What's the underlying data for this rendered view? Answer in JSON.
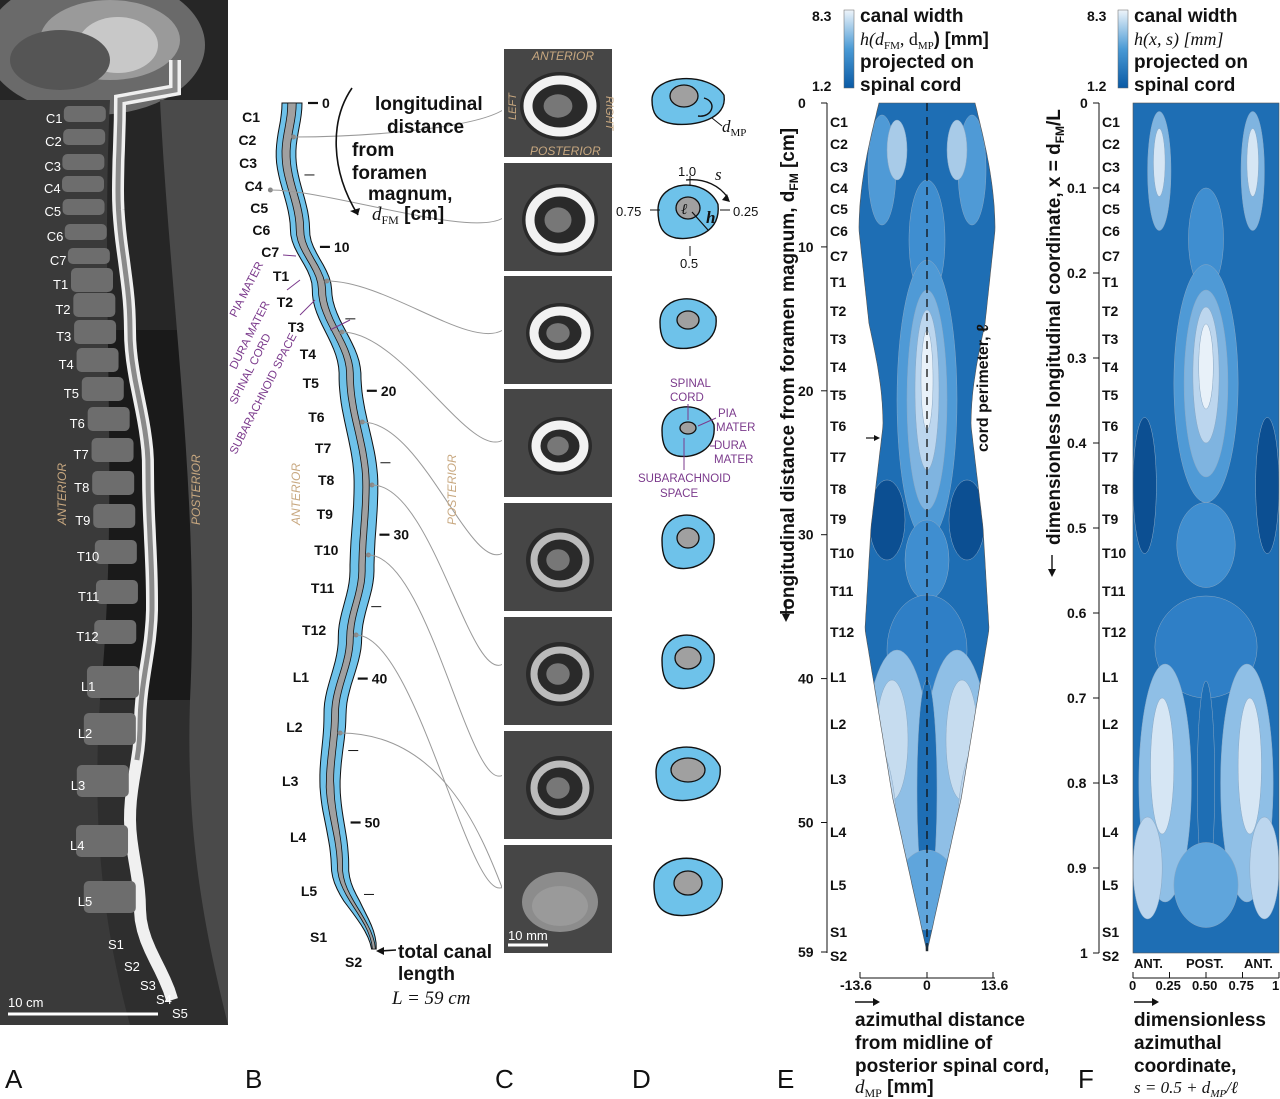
{
  "panel_letters": [
    "A",
    "B",
    "C",
    "D",
    "E",
    "F"
  ],
  "vertebrae_a": [
    "C1",
    "C2",
    "C3",
    "C4",
    "C5",
    "C6",
    "C7",
    "T1",
    "T2",
    "T3",
    "T4",
    "T5",
    "T6",
    "T7",
    "T8",
    "T9",
    "T10",
    "T11",
    "T12",
    "L1",
    "L2",
    "L3",
    "L4",
    "L5",
    "S1",
    "S2",
    "S3",
    "S4",
    "S5"
  ],
  "vertebrae": [
    "C1",
    "C2",
    "C3",
    "C4",
    "C5",
    "C6",
    "C7",
    "T1",
    "T2",
    "T3",
    "T4",
    "T5",
    "T6",
    "T7",
    "T8",
    "T9",
    "T10",
    "T11",
    "T12",
    "L1",
    "L2",
    "L3",
    "L4",
    "L5",
    "S1",
    "S2"
  ],
  "panel_a": {
    "anterior": "ANTERIOR",
    "posterior": "POSTERIOR",
    "scalebar": "10 cm"
  },
  "panel_b": {
    "ticks": [
      "0",
      "10",
      "20",
      "30",
      "40",
      "50"
    ],
    "axis_text_1": "longitudinal",
    "axis_text_2": "distance",
    "axis_text_3": "from",
    "axis_text_4": "foramen",
    "axis_text_5": "magnum,",
    "axis_sym": "d",
    "axis_sub": "FM",
    "axis_unit": " [cm]",
    "pia": "PIA MATER",
    "dura": "DURA MATER",
    "cord": "SPINAL CORD",
    "sub": "SUBARACHNOID SPACE",
    "anterior": "ANTERIOR",
    "posterior": "POSTERIOR",
    "total_1": "total canal",
    "total_2": "length",
    "total_3": "L = 59 cm"
  },
  "panel_c": {
    "anterior": "ANTERIOR",
    "posterior": "POSTERIOR",
    "left": "LEFT",
    "right": "RIGHT",
    "scalebar": "10 mm"
  },
  "panel_d": {
    "dmp": "d",
    "dmp_sub": "MP",
    "s": "s",
    "h": "h",
    "ell": "ℓ",
    "v10": "1.0",
    "v025": "0.25",
    "v05": "0.5",
    "v075": "0.75",
    "spinal": "SPINAL",
    "cord": "CORD",
    "pia": "PIA",
    "mater": "MATER",
    "dura": "DURA",
    "mater2": "MATER",
    "subarach": "SUBARACHNOID",
    "space": "SPACE"
  },
  "panel_e": {
    "cb_max": "8.3",
    "cb_min": "1.2",
    "legend_1": "canal width",
    "legend_2": "h(d",
    "legend_2b": "FM",
    ", ": ", d",
    "legend_2c": "MP",
    "legend_2d": ")     [mm]",
    "legend_3": "projected on",
    "legend_4": "spinal cord",
    "yticks": [
      "0",
      "10",
      "20",
      "30",
      "40",
      "50",
      "59"
    ],
    "xticks": [
      "-13.6",
      "0",
      "13.6"
    ],
    "ylabel": "longitudinal distance from foramen magnum, d",
    "ylabel_sub": "FM",
    "ylabel_unit": " [cm]",
    "xlabel_1": "azimuthal distance",
    "xlabel_2": "from midline of",
    "xlabel_3": "posterior spinal cord,",
    "xlabel_4": "d",
    "xlabel_4sub": "MP",
    "xlabel_4b": " [mm]",
    "perimeter": "cord perimeter, ℓ"
  },
  "panel_f": {
    "cb_max": "8.3",
    "cb_min": "1.2",
    "legend_1": "canal width",
    "legend_2": "h(x, s) [mm]",
    "legend_3": "projected on",
    "legend_4": "spinal cord",
    "yticks": [
      "0",
      "0.1",
      "0.2",
      "0.3",
      "0.4",
      "0.5",
      "0.6",
      "0.7",
      "0.8",
      "0.9",
      "1"
    ],
    "xticks": [
      "0",
      "0.25",
      "0.50",
      "0.75",
      "1"
    ],
    "xtop": [
      "ANT.",
      "POST.",
      "ANT."
    ],
    "ylabel": "dimensionless longitudinal coordinate, x = d",
    "ylabel_sub": "FM",
    "ylabel_end": "/L",
    "xlabel_1": "dimensionless",
    "xlabel_2": "azimuthal",
    "xlabel_3": "coordinate,",
    "xlabel_4": "s = 0.5 + d",
    "xlabel_4sub": "MP",
    "xlabel_4b": "/ℓ"
  },
  "colors": {
    "csf": "#6ec2ea",
    "cord": "#a0a0a0",
    "purple": "#7b3a8c",
    "tan": "#c8a880",
    "dark_blue": "#0a5aa5",
    "light_blue": "#d8e8f4"
  }
}
